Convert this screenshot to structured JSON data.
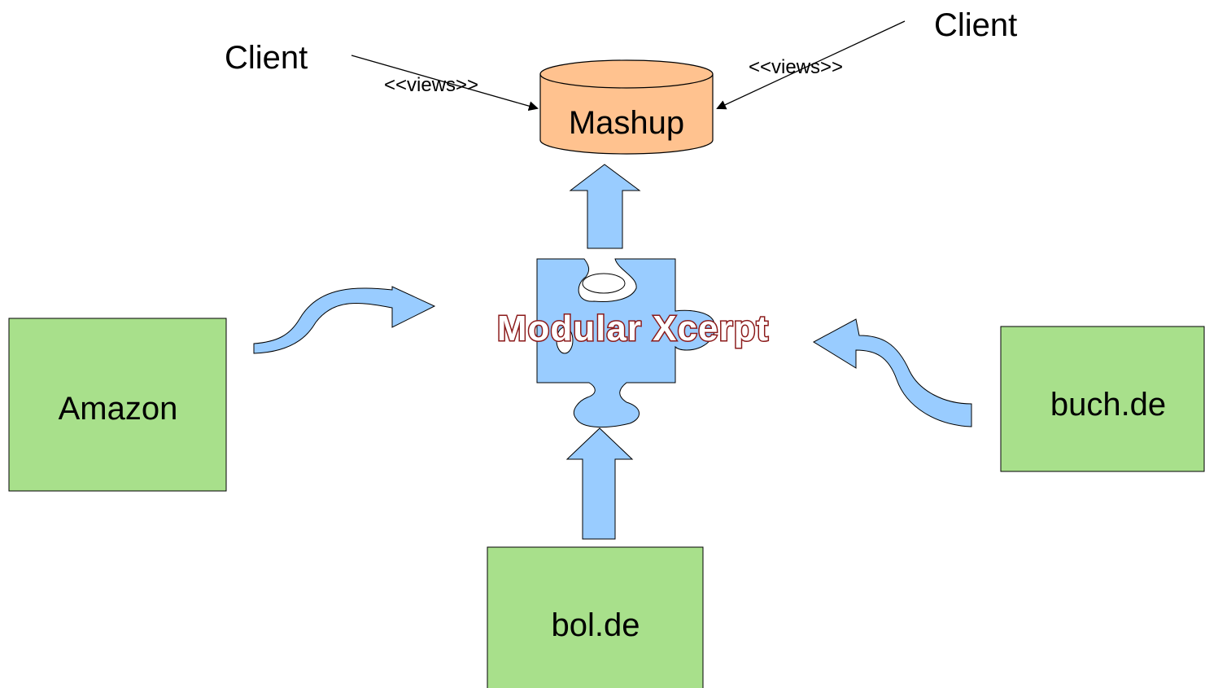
{
  "colors": {
    "source_box_fill": "#a8e08b",
    "mashup_fill": "#ffc28f",
    "arrow_fill": "#99ccff",
    "outline": "#000000",
    "title_outline": "#8b1a1a"
  },
  "mashup": {
    "label": "Mashup",
    "shape": "cylinder"
  },
  "core": {
    "label": "Modular Xcerpt",
    "icon": "puzzle-piece-icon"
  },
  "sources": {
    "amazon": "Amazon",
    "bol": "bol.de",
    "buch": "buch.de"
  },
  "clients": {
    "left": {
      "label": "Client",
      "relation": "<<views>>"
    },
    "right": {
      "label": "Client",
      "relation": "<<views>>"
    }
  }
}
